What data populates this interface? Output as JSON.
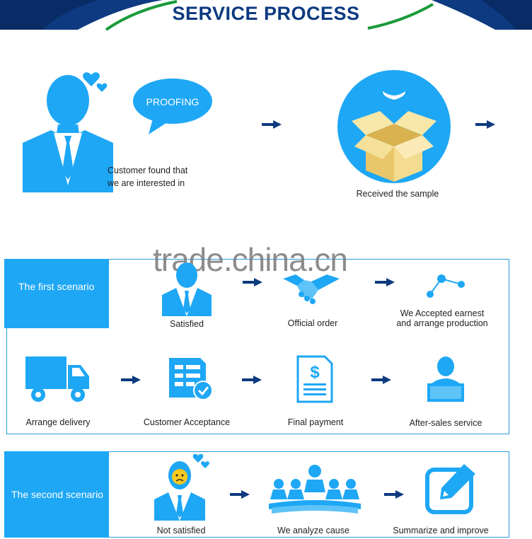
{
  "header": {
    "title": "SERVICE PROCESS",
    "title_color": "#0d3a80",
    "accent_green": "#1a9a3a"
  },
  "watermark": "trade.china.cn",
  "intro": {
    "speech_bubble": "PROOFING",
    "customer_label_line1": "Customer found that",
    "customer_label_line2": "we are interested in",
    "sample_label": "Received the sample"
  },
  "first_scenario": {
    "tag": "The first scenario",
    "steps": [
      {
        "label": "Satisfied",
        "icon": "happy-customer-icon"
      },
      {
        "label": "Official order",
        "icon": "handshake-icon"
      },
      {
        "label_line1": "We Accepted earnest",
        "label_line2": "and arrange production",
        "icon": "network-icon"
      },
      {
        "label": "Arrange delivery",
        "icon": "delivery-truck-icon"
      },
      {
        "label": "Customer Acceptance",
        "icon": "checklist-icon"
      },
      {
        "label": "Final payment",
        "icon": "invoice-dollar-icon"
      },
      {
        "label": "After-sales service",
        "icon": "support-agent-icon"
      }
    ]
  },
  "second_scenario": {
    "tag": "The second scenario",
    "steps": [
      {
        "label": "Not satisfied",
        "icon": "unhappy-customer-icon"
      },
      {
        "label": "We analyze cause",
        "icon": "meeting-icon"
      },
      {
        "label": "Summarize and improve",
        "icon": "edit-icon"
      }
    ]
  },
  "colors": {
    "primary_blue": "#1ea7f5",
    "arrow_navy": "#0d3a80",
    "box_yellow": "#f3dc8f"
  }
}
